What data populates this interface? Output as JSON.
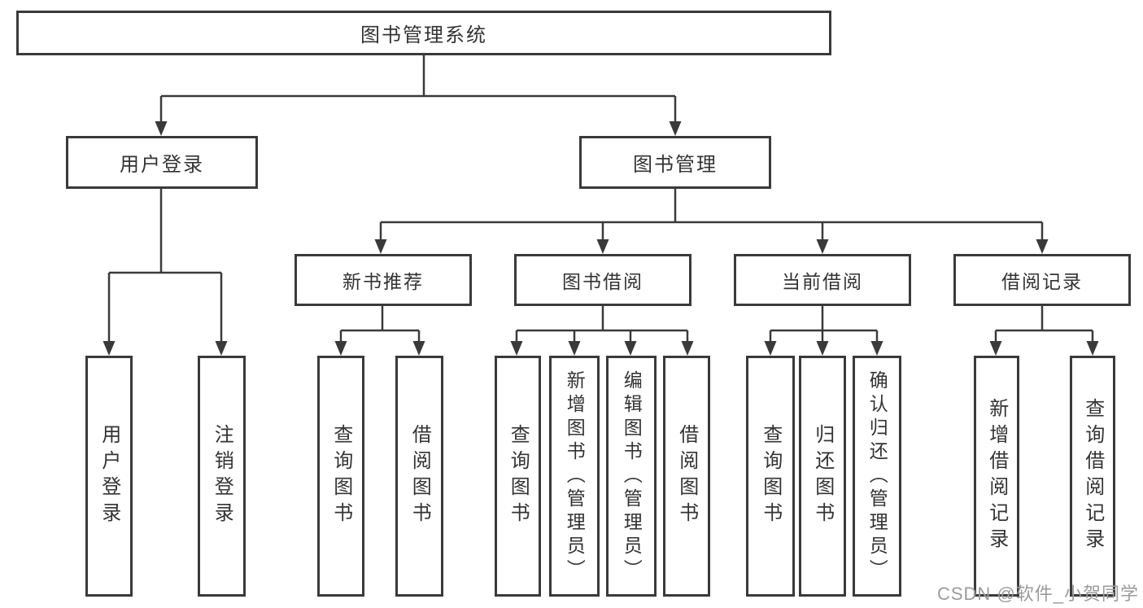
{
  "diagram": {
    "root": {
      "label": "图书管理系统"
    },
    "level2": [
      {
        "label": "用户登录"
      },
      {
        "label": "图书管理"
      }
    ],
    "level3": [
      {
        "label": "新书推荐",
        "parent": "图书管理"
      },
      {
        "label": "图书借阅",
        "parent": "图书管理"
      },
      {
        "label": "当前借阅",
        "parent": "图书管理"
      },
      {
        "label": "借阅记录",
        "parent": "图书管理"
      }
    ],
    "leaves": [
      {
        "label": "用户登录",
        "parent": "用户登录"
      },
      {
        "label": "注销登录",
        "parent": "用户登录"
      },
      {
        "label": "查询图书",
        "parent": "新书推荐"
      },
      {
        "label": "借阅图书",
        "parent": "新书推荐"
      },
      {
        "label": "查询图书",
        "parent": "图书借阅"
      },
      {
        "label": "新增图书（管理员）",
        "parent": "图书借阅"
      },
      {
        "label": "编辑图书（管理员）",
        "parent": "图书借阅"
      },
      {
        "label": "借阅图书",
        "parent": "图书借阅"
      },
      {
        "label": "查询图书",
        "parent": "当前借阅"
      },
      {
        "label": "归还图书",
        "parent": "当前借阅"
      },
      {
        "label": "确认归还（管理员）",
        "parent": "当前借阅"
      },
      {
        "label": "新增借阅记录",
        "parent": "借阅记录"
      },
      {
        "label": "查询借阅记录",
        "parent": "借阅记录"
      }
    ]
  },
  "watermark": {
    "text": "CSDN @软件_小贺同学"
  },
  "colors": {
    "line": "#3a3a3a",
    "text": "#333333",
    "watermark": "#9b9b9b",
    "background": "#ffffff"
  }
}
